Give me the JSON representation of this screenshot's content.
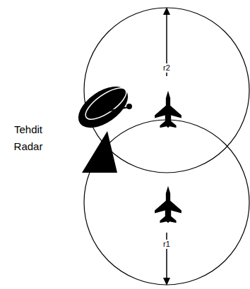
{
  "diagram": {
    "labels": [
      "Tehdit Radar",
      "r2",
      "r1"
    ]
  }
}
